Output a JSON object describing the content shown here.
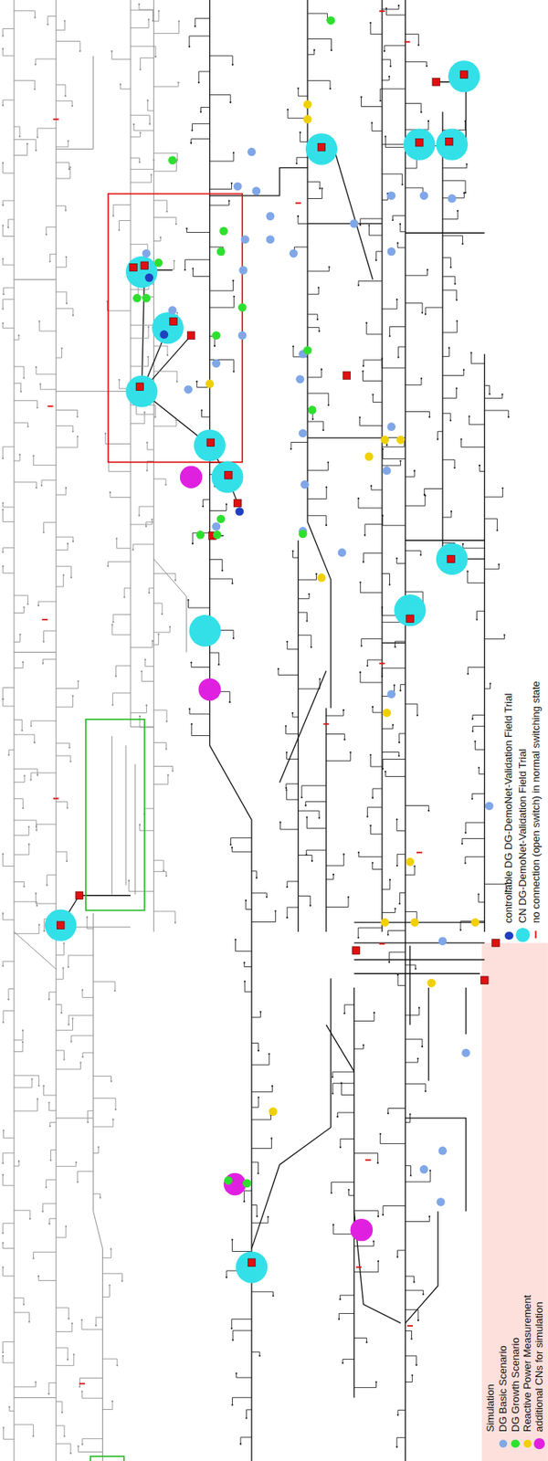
{
  "diagram": {
    "labels": [
      "Simulation"
    ],
    "legend": [
      {
        "text": "controllable DG DG-DemoNet-Validation Field Trial",
        "color": "#1f3fbf"
      },
      {
        "text": "CN DG-DemoNet-Validation Field Trial",
        "color": "#33e0e8"
      },
      {
        "text": "no connection (open switch) in normal switching state"
      },
      {
        "text": "DG Basic Scenario",
        "color": "#7fa7e8"
      },
      {
        "text": "DG Growth Scenario",
        "color": "#2ee02e"
      },
      {
        "text": "Reactive Power Measurement",
        "color": "#f0d000"
      },
      {
        "text": "additional CNs for simulation",
        "color": "#e020e0"
      }
    ]
  }
}
